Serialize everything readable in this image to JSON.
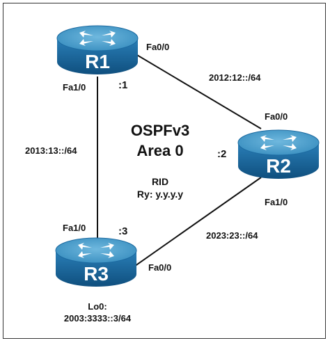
{
  "protocol_title": "OSPFv3",
  "area_title": "Area 0",
  "rid": {
    "label": "RID",
    "value": "Ry: y.y.y.y"
  },
  "routers": {
    "r1": {
      "name": "R1",
      "interface_top": "Fa0/0",
      "interface_left": "Fa1/0",
      "host_id": ":1"
    },
    "r2": {
      "name": "R2",
      "interface_top": "Fa0/0",
      "interface_bottom": "Fa1/0",
      "host_id": ":2"
    },
    "r3": {
      "name": "R3",
      "interface_top": "Fa1/0",
      "interface_right": "Fa0/0",
      "host_id": ":3",
      "loopback_label": "Lo0:",
      "loopback_address": "2003:3333::3/64"
    }
  },
  "links": {
    "r1_r2": "2012:12::/64",
    "r1_r3": "2013:13::/64",
    "r2_r3": "2023:23::/64"
  },
  "colors": {
    "router_top": "#4a9cc8",
    "router_side": "#1c6aa0",
    "router_dark": "#0f4f7e",
    "link": "#111111"
  }
}
